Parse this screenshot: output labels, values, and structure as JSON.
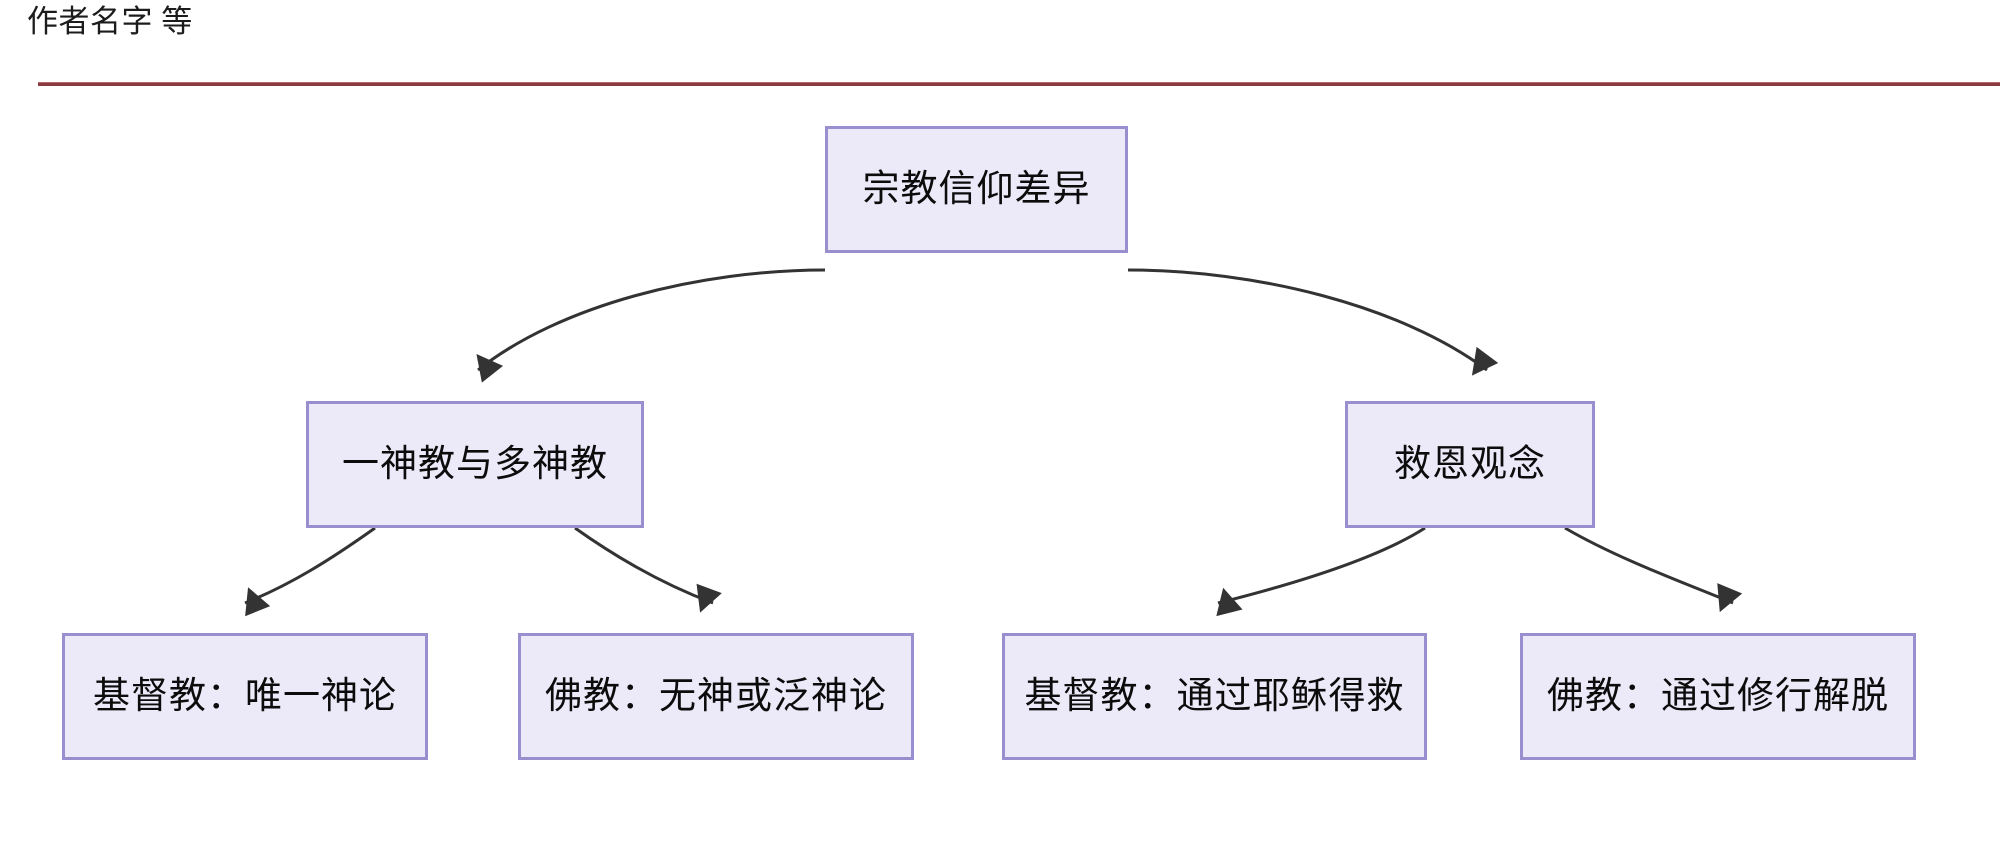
{
  "header": {
    "author_line": "作者名字 等",
    "rule_color": "#8d3b42"
  },
  "diagram": {
    "type": "flowchart-tree",
    "direction": "top-down",
    "node_fill": "#ECE9F8",
    "node_border": "#9A8FCE",
    "edge_color": "#333333",
    "nodes": [
      {
        "id": "root",
        "label": "宗教信仰差异",
        "level": 0
      },
      {
        "id": "b1",
        "label": "一神教与多神教",
        "level": 1
      },
      {
        "id": "b2",
        "label": "救恩观念",
        "level": 1
      },
      {
        "id": "l1",
        "label": "基督教：唯一神论",
        "level": 2
      },
      {
        "id": "l2",
        "label": "佛教：无神或泛神论",
        "level": 2
      },
      {
        "id": "l3",
        "label": "基督教：通过耶稣得救",
        "level": 2
      },
      {
        "id": "l4",
        "label": "佛教：通过修行解脱",
        "level": 2
      }
    ],
    "edges": [
      {
        "from": "root",
        "to": "b1"
      },
      {
        "from": "root",
        "to": "b2"
      },
      {
        "from": "b1",
        "to": "l1"
      },
      {
        "from": "b1",
        "to": "l2"
      },
      {
        "from": "b2",
        "to": "l3"
      },
      {
        "from": "b2",
        "to": "l4"
      }
    ]
  }
}
